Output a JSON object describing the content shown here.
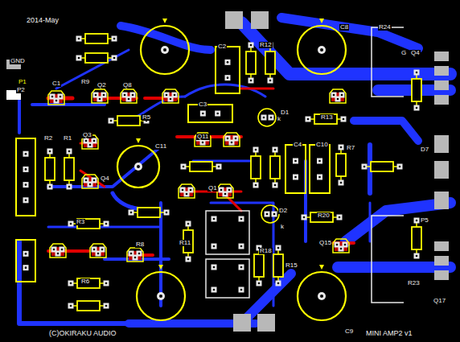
{
  "diagram": {
    "labels": [
      "2014-May",
      "GND",
      "P1",
      "P2",
      "C1",
      "R9",
      "Q2",
      "Q8",
      "R5",
      "Q3",
      "Q4",
      "R2",
      "R1",
      "C11",
      "Q11",
      "C2",
      "C3",
      "R12",
      "D1",
      "C8",
      "R24",
      "G",
      "Q4",
      "R13",
      "C4",
      "C10",
      "R7",
      "D7",
      "P5",
      "R20",
      "Q15",
      "R23",
      "Q17",
      "D2",
      "R18",
      "R15",
      "R11",
      "R3",
      "R6",
      "R8",
      "C9",
      "(C)OKIRAKU AUDIO",
      "MINI AMP2 v1",
      "k",
      "k",
      "Q1"
    ]
  }
}
